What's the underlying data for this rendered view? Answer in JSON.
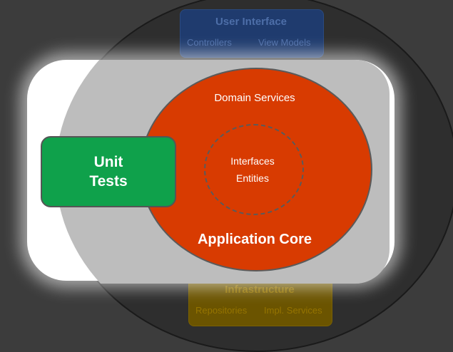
{
  "user_interface": {
    "title": "User Interface",
    "items": [
      "Controllers",
      "View Models"
    ]
  },
  "core": {
    "domain_services": "Domain Services",
    "inner_items": [
      "Interfaces",
      "Entities"
    ],
    "label": "Application Core"
  },
  "unit_tests": {
    "line1": "Unit",
    "line2": "Tests"
  },
  "infrastructure": {
    "title": "Infrastructure",
    "items": [
      "Repositories",
      "Impl. Services"
    ]
  },
  "colors": {
    "core": "#d83b01",
    "unit_tests": "#0fa14b",
    "user_interface": "#1f3b6e",
    "infrastructure": "#6b5400",
    "background": "#3c3c3c"
  }
}
